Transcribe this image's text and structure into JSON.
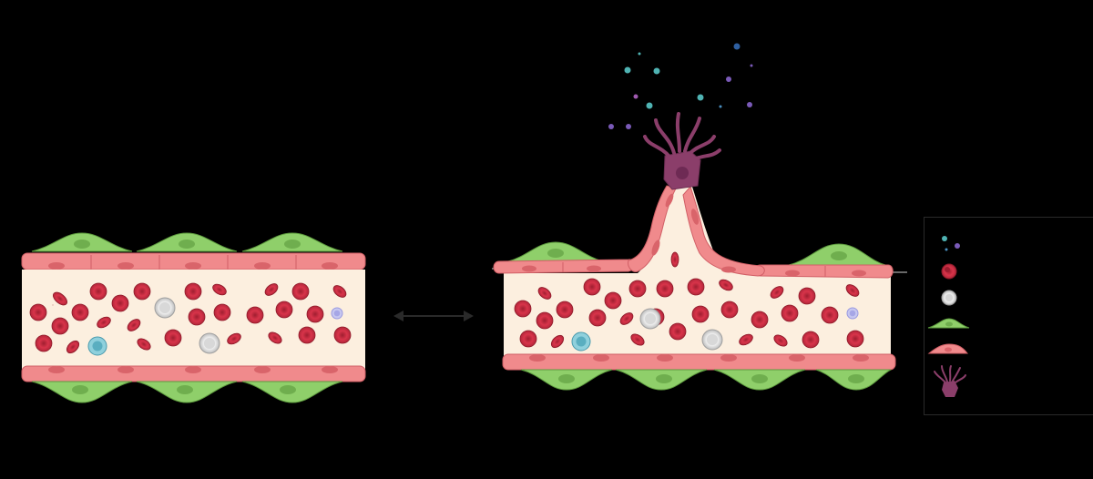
{
  "figure": {
    "left_vessel": {
      "state": "normal vessel",
      "labels": []
    },
    "right_vessel": {
      "state": "vessel with sprouting endothelial tip cell",
      "labels": []
    },
    "arrow": {
      "direction": "bidirectional"
    }
  },
  "legend": {
    "items": [
      {
        "icon": "growth-factors-icon",
        "label": ""
      },
      {
        "icon": "red-blood-cell-icon",
        "label": ""
      },
      {
        "icon": "white-blood-cell-icon",
        "label": ""
      },
      {
        "icon": "pericyte-icon",
        "label": ""
      },
      {
        "icon": "endothelial-cell-icon",
        "label": ""
      },
      {
        "icon": "tip-cell-icon",
        "label": ""
      }
    ]
  },
  "colors": {
    "background": "#000000",
    "lumen": "#fcefdf",
    "endothelium": "#f08a8c",
    "endothelium_nucleus": "#d9646a",
    "pericyte": "#8fcf6a",
    "pericyte_nucleus": "#6fae4e",
    "red_blood_cell": "#c0283a",
    "white_blood_cell": "#e6e6e6",
    "monocyte": "#5aaec0",
    "platelet": "#a6a6e6",
    "tip_cell": "#8b3e6a",
    "growth_factor_teal": "#4fb3b3",
    "growth_factor_purple": "#7a5ab8"
  }
}
